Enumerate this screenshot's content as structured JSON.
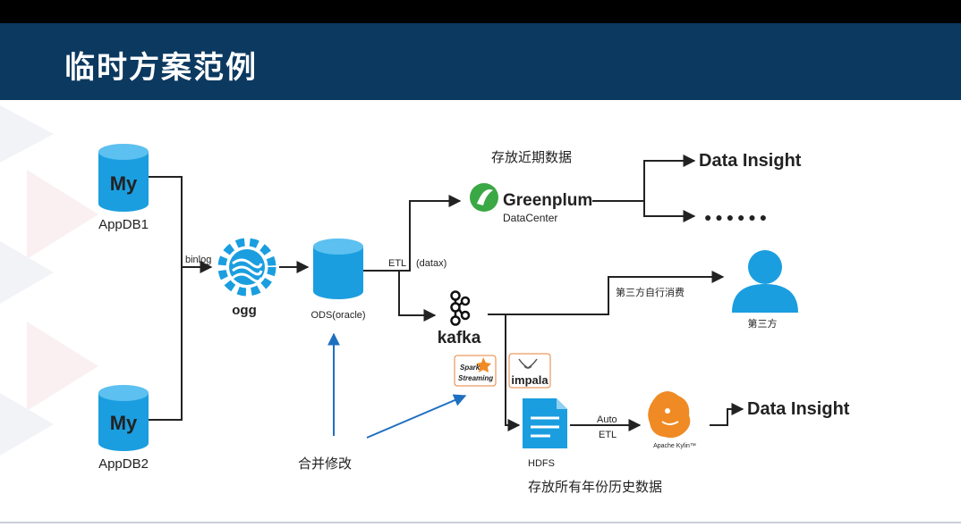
{
  "slide": {
    "title": "临时方案范例"
  },
  "colors": {
    "banner": "#0c3960",
    "mysql_blue": "#1a9ee0",
    "arrow": "#222222",
    "annotation_arrow": "#1f6fc0",
    "data_insight": "#4a7be0",
    "greenplum_green": "#3aa844",
    "kylin_orange": "#f08a24"
  },
  "nodes": {
    "appdb1": {
      "icon_text": "My",
      "label": "AppDB1"
    },
    "appdb2": {
      "icon_text": "My",
      "label": "AppDB2"
    },
    "ogg": {
      "label": "ogg"
    },
    "ods": {
      "label": "ODS(oracle)"
    },
    "greenplum": {
      "name": "Greenplum",
      "sub": "DataCenter"
    },
    "kafka": {
      "label": "kafka"
    },
    "spark": {
      "line1": "Spark",
      "line2": "Streaming"
    },
    "impala": {
      "label": "impala"
    },
    "hdfs": {
      "label": "HDFS"
    },
    "kylin": {
      "label": "Apache Kylin™"
    },
    "third_party": {
      "label": "第三方"
    },
    "data_insight_top": {
      "label": "Data Insight"
    },
    "data_insight_bottom": {
      "label": "Data Insight"
    },
    "ellipsis": {
      "label": "● ● ● ● ● ●"
    }
  },
  "edge_labels": {
    "binlog": "binlog",
    "etl": "ETL",
    "datax": "(datax)",
    "self_consume": "第三方自行消费",
    "auto": "Auto",
    "auto_etl": "ETL"
  },
  "annotations": {
    "recent": "存放近期数据",
    "history": "存放所有年份历史数据",
    "merge": "合并修改"
  }
}
